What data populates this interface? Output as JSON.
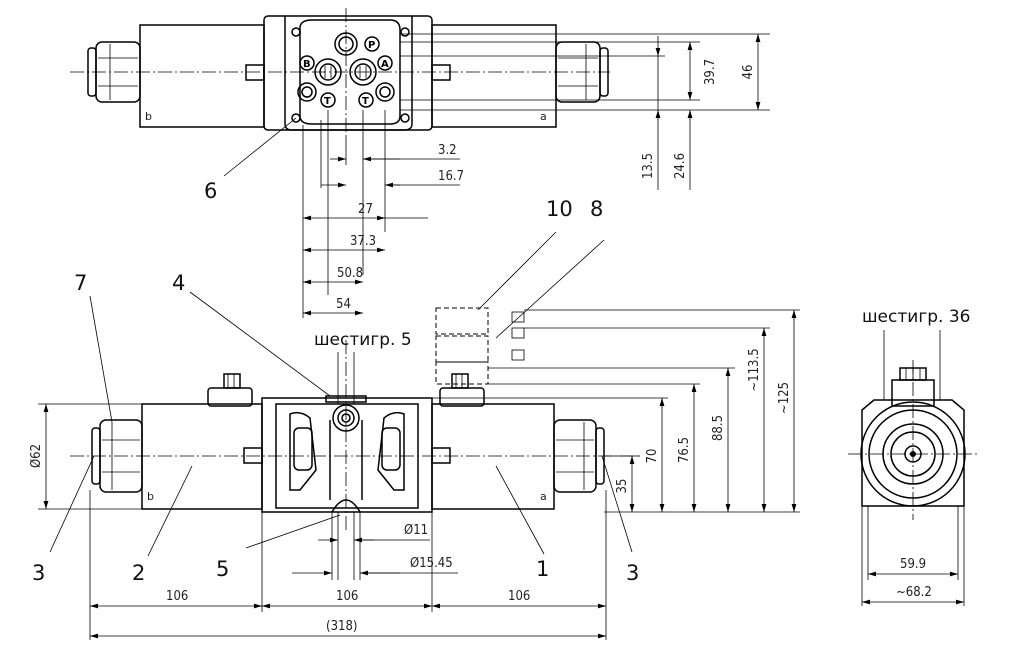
{
  "top_view": {
    "dims_vertical": [
      "39.7",
      "46",
      "13.5",
      "24.6"
    ],
    "dims_horizontal": [
      "3.2",
      "16.7",
      "27",
      "37.3",
      "50.8",
      "54"
    ],
    "ports": [
      "P",
      "B",
      "A",
      "T",
      "T"
    ],
    "coil_marks": [
      "b",
      "a"
    ]
  },
  "front_view": {
    "dims_vertical": [
      "Ø62",
      "35",
      "70",
      "76.5",
      "88.5",
      "~113.5",
      "~125"
    ],
    "dims_horizontal": [
      "Ø11",
      "Ø15.45",
      "106",
      "106",
      "106",
      "(318)"
    ],
    "hex_label": "шестигр. 5",
    "coil_marks": [
      "b",
      "a"
    ]
  },
  "side_view": {
    "hex_label": "шестигр. 36",
    "dims_horizontal": [
      "59.9",
      "~68.2"
    ]
  },
  "callouts": [
    "6",
    "10",
    "8",
    "7",
    "4",
    "3",
    "2",
    "5",
    "1",
    "3"
  ]
}
